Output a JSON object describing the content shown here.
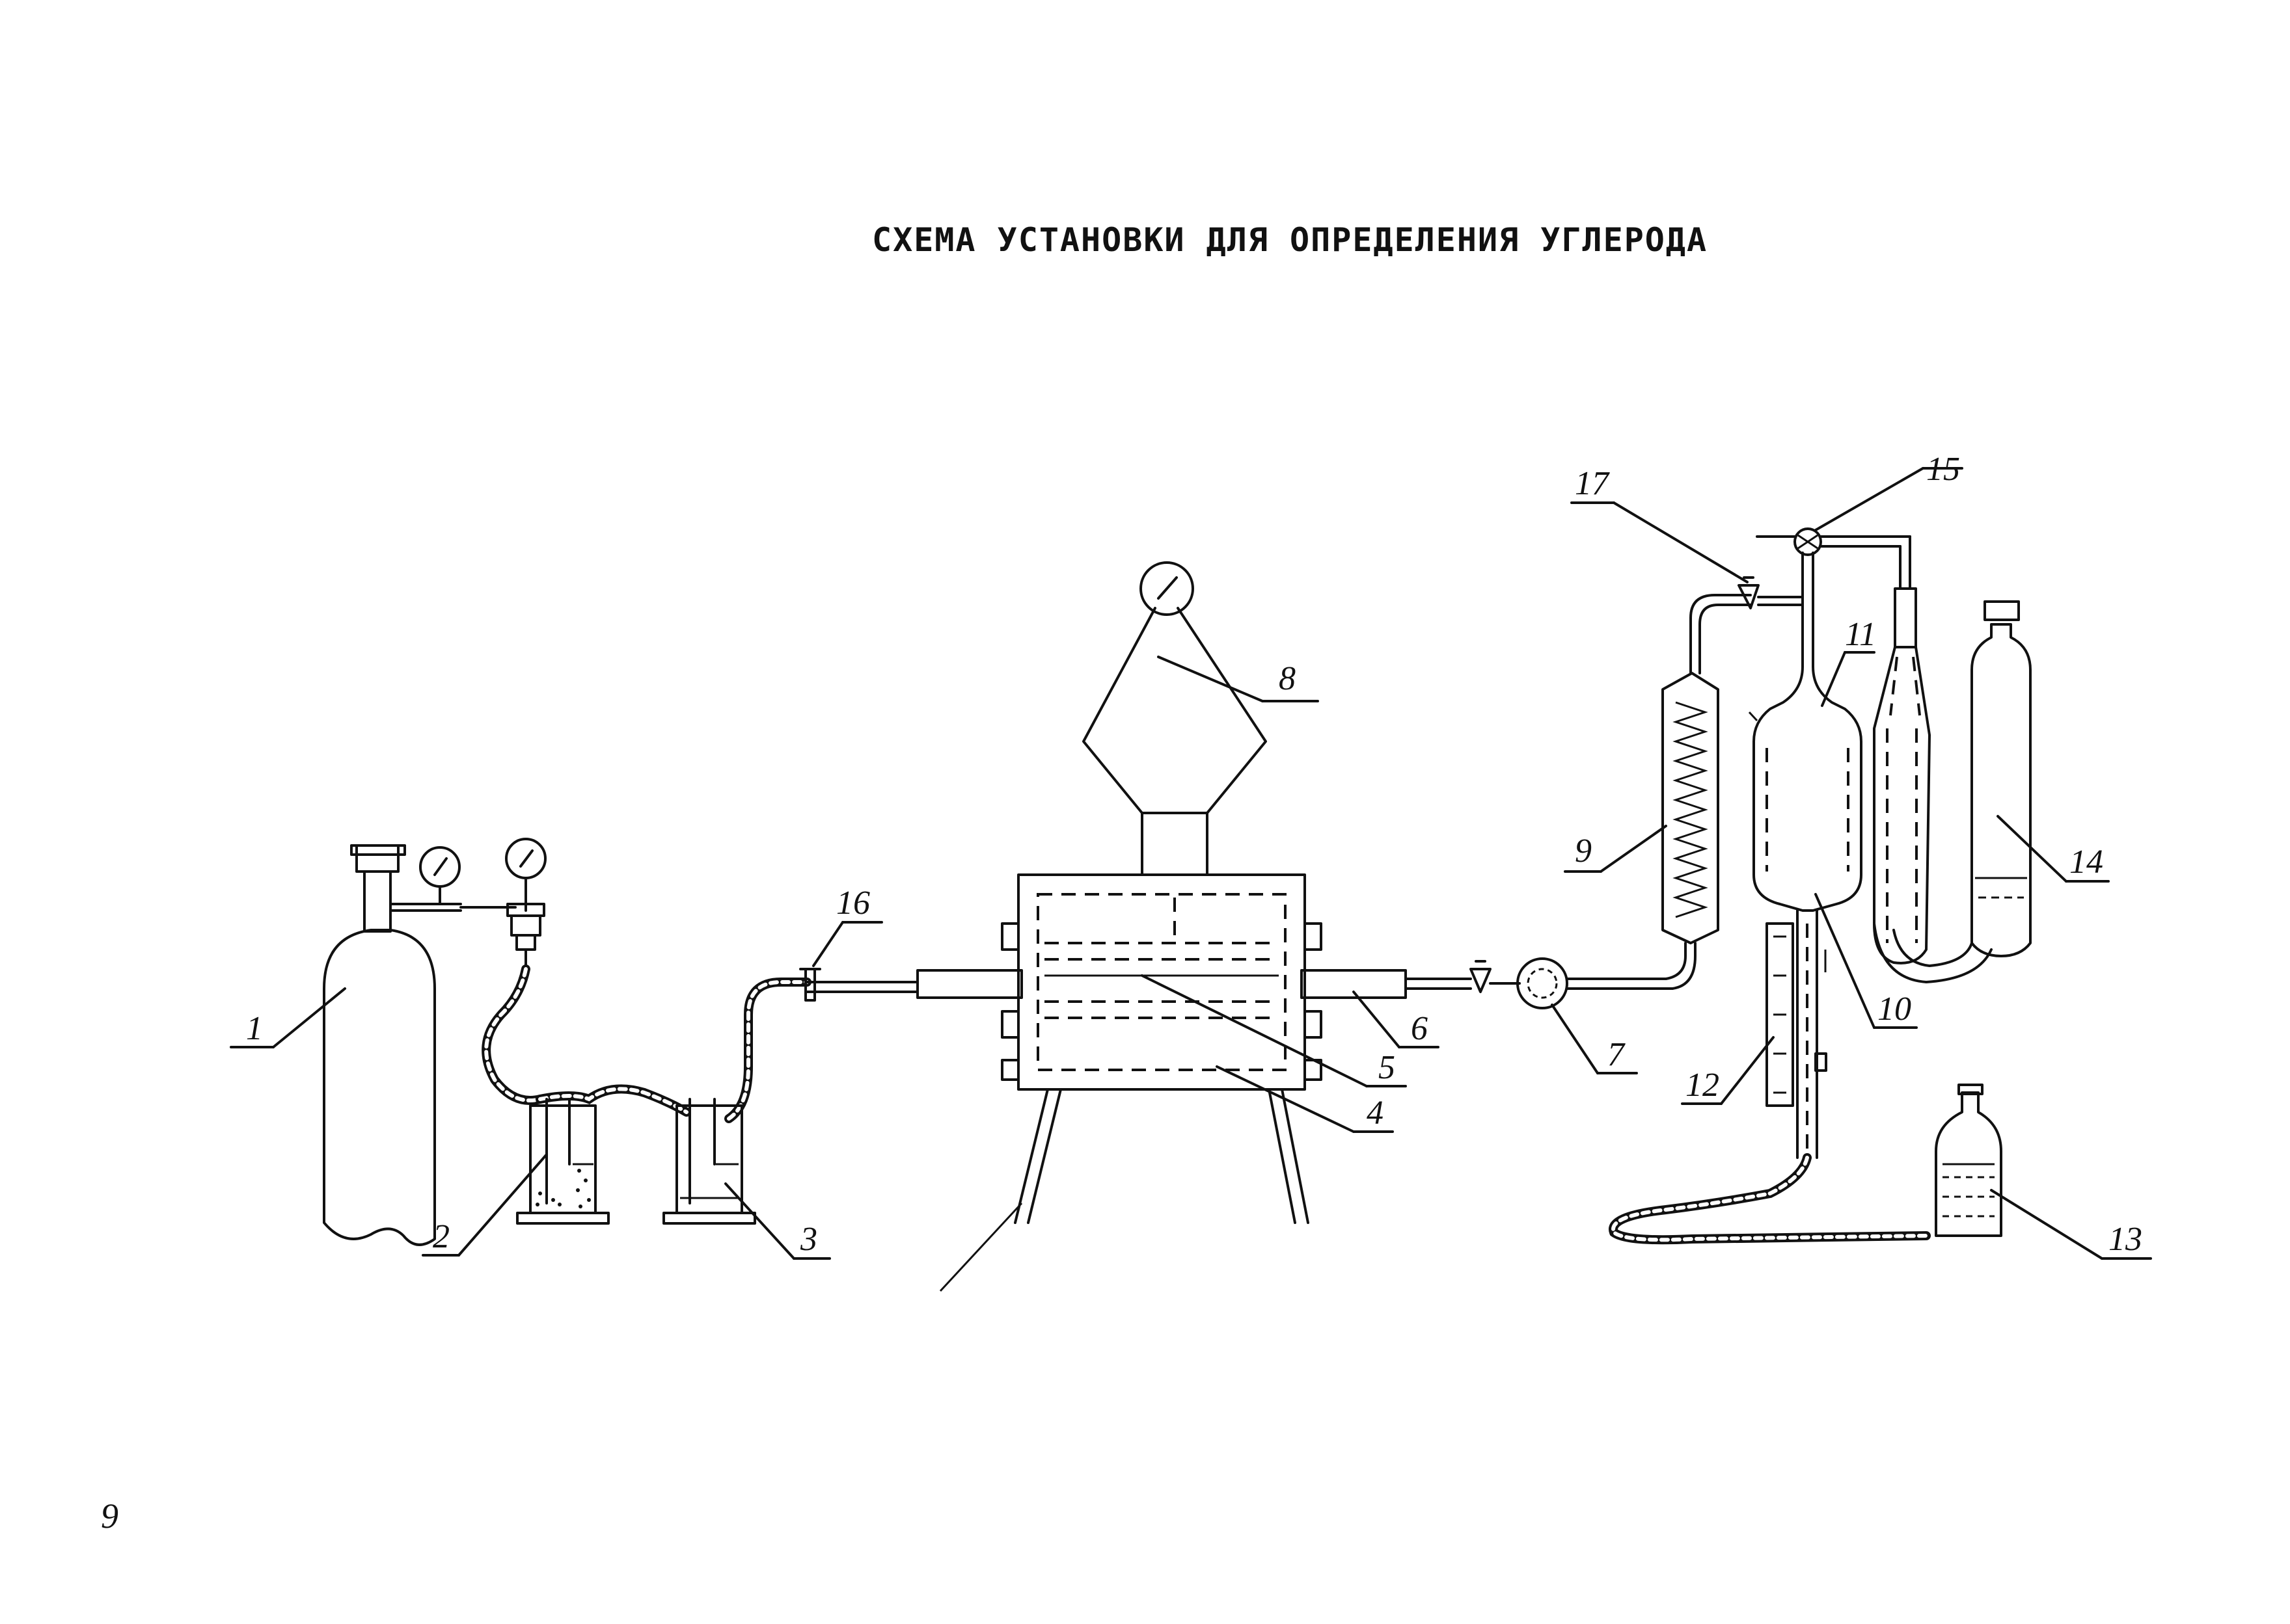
{
  "title": "СХЕМА УСТАНОВКИ ДЛЯ ОПРЕДЕЛЕНИЯ УГЛЕРОДА",
  "page_number": "9",
  "callouts": [
    "1",
    "2",
    "3",
    "4",
    "5",
    "6",
    "7",
    "8",
    "9",
    "10",
    "11",
    "12",
    "13",
    "14",
    "15",
    "16",
    "17"
  ],
  "components": [
    {
      "id": "1",
      "icon": "gas-cylinder-icon"
    },
    {
      "id": "2",
      "icon": "wash-bottle-icon"
    },
    {
      "id": "3",
      "icon": "wash-bottle-icon"
    },
    {
      "id": "4",
      "icon": "tube-furnace-icon"
    },
    {
      "id": "5",
      "icon": "combustion-tube-icon"
    },
    {
      "id": "6",
      "icon": "tube-outlet-icon"
    },
    {
      "id": "7",
      "icon": "filter-bulb-icon"
    },
    {
      "id": "8",
      "icon": "regulator-gauge-icon"
    },
    {
      "id": "9",
      "icon": "coil-condenser-icon"
    },
    {
      "id": "10",
      "icon": "gas-burette-icon"
    },
    {
      "id": "11",
      "icon": "burette-top-icon"
    },
    {
      "id": "12",
      "icon": "scale-icon"
    },
    {
      "id": "13",
      "icon": "leveling-bottle-icon"
    },
    {
      "id": "14",
      "icon": "absorption-vessel-icon"
    },
    {
      "id": "15",
      "icon": "three-way-stopcock-icon"
    },
    {
      "id": "16",
      "icon": "stopcock-icon"
    },
    {
      "id": "17",
      "icon": "stopcock-icon"
    }
  ]
}
